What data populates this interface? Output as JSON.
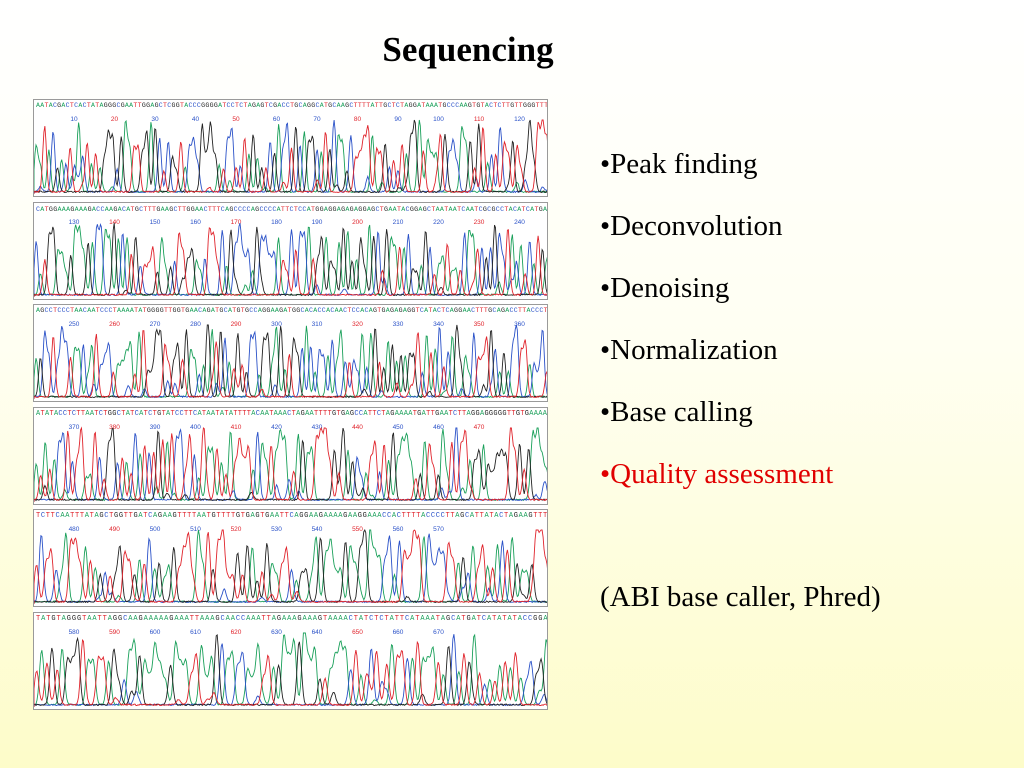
{
  "slide": {
    "title": "Sequencing",
    "bullets": [
      {
        "text": "•Peak finding",
        "highlight": false
      },
      {
        "text": "•Deconvolution",
        "highlight": false
      },
      {
        "text": "•Denoising",
        "highlight": false
      },
      {
        "text": "•Normalization",
        "highlight": false
      },
      {
        "text": "•Base calling",
        "highlight": false
      },
      {
        "text": "•Quality assessment",
        "highlight": true
      }
    ],
    "note": "(ABI base caller, Phred)"
  },
  "colors": {
    "A": "#1aa05a",
    "C": "#2b52c8",
    "G": "#222222",
    "T": "#e0242c",
    "highlight": "#e00000"
  },
  "chromatogram": {
    "strips": [
      {
        "sequence": "AATACGACTCACTATAGGGCGAATTGGAGCTCGGTACCCGGGGATCCTCTAGAGTCGACCTGCAGGCATGCAAGCTTTTATTGCTCTAGGATAAATGCCCAAGTGTACTCTTGTTGGGTTT",
        "positions": [
          "10",
          "20",
          "30",
          "40",
          "50",
          "60",
          "70",
          "80",
          "90",
          "100",
          "110",
          "120"
        ]
      },
      {
        "sequence": "CATGGAAAGAAAGACCAAGACATGCTTTGAAGCTTGGAACTTTCAGCCCCAGCCCCATTCTCCATGGAGGAGAGAGGAGCTGAATACGGAGCTAATAATCAATCGCGCCTACATCATGA",
        "positions": [
          "130",
          "140",
          "150",
          "160",
          "170",
          "180",
          "190",
          "200",
          "210",
          "220",
          "230",
          "240"
        ]
      },
      {
        "sequence": "AGCCTCCCTAACAATCCCTAAAATATGGGGTTGGTGAACAGATGCATGTGCCAGGAAGATGGCACACCACAACTCCACAGTGAGAGAGGTCATACTCAGGAACTTTGCAGACCTTACCCT",
        "positions": [
          "250",
          "260",
          "270",
          "280",
          "290",
          "300",
          "310",
          "320",
          "330",
          "340",
          "350",
          "360"
        ]
      },
      {
        "sequence": "ATATACCTCTTAATCTGGCTATCATCTGTATCCTTCATAATATATTTTACAATAAACTAGAATTTTGTGAGCCATTCTAGAAAATGATTGAATCTTAGGAGGGGGTTGTGAAAA",
        "positions": [
          "370",
          "380",
          "390",
          "400",
          "410",
          "420",
          "430",
          "440",
          "450",
          "460",
          "470"
        ]
      },
      {
        "sequence": "TCTTCAATTTATAGCTGGTTGATCAGAAGTTTTAATGTTTTGTGAGTGAATTCAGGAAGAAAAGAAGGAAACCACTTTTACCCCTTAGCATTATACTAGAAGTTT",
        "positions": [
          "480",
          "490",
          "500",
          "510",
          "520",
          "530",
          "540",
          "550",
          "560",
          "570"
        ]
      },
      {
        "sequence": "TATGTAGGGTAATTAGGCAAGAAAAAGAAATTAAAGCAACCAAATTAGAAAGAAAGTAAAACTATCTCTATTCATAAATAGCATGATCATATATACCGGA",
        "positions": [
          "580",
          "590",
          "600",
          "610",
          "620",
          "630",
          "640",
          "650",
          "660",
          "670"
        ]
      }
    ]
  }
}
